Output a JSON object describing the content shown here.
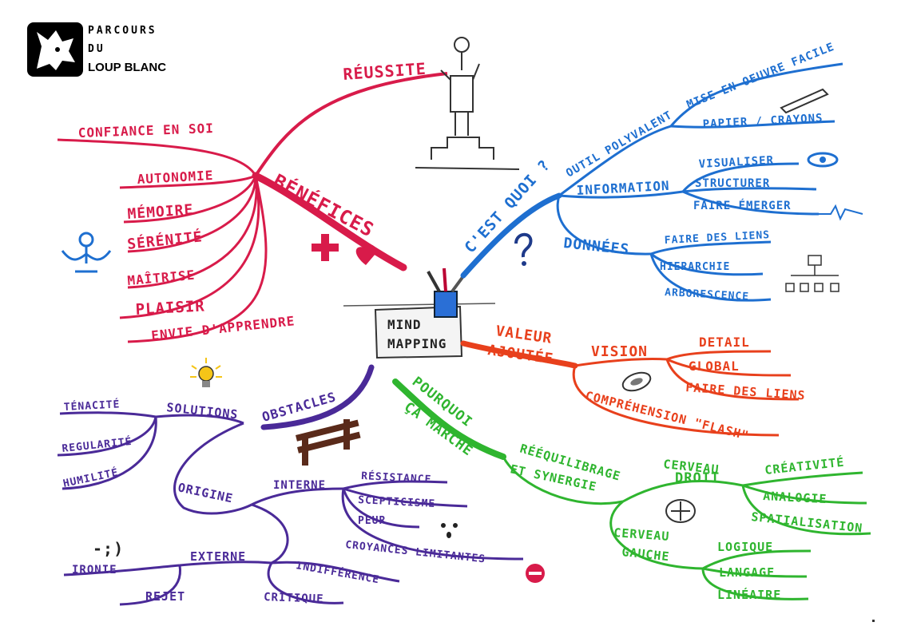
{
  "logo": {
    "line1": "PARCOURS",
    "line2": "DU",
    "line3": "LOUP BLANC"
  },
  "center": {
    "line1": "MIND",
    "line2": "MAPPING"
  },
  "colors": {
    "red": "#d81b4a",
    "blue": "#1e6fd0",
    "orange": "#e8401c",
    "green": "#2fb52f",
    "purple": "#4a2a98",
    "black": "#222222"
  },
  "benefices": {
    "title": "BÉNÉFICES",
    "reussite": "RÉUSSITE",
    "items": [
      "CONFIANCE EN SOI",
      "AUTONOMIE",
      "MÉMOIRE",
      "SÉRÉNITÉ",
      "MAÎTRISE",
      "PLAISIR",
      "ENVIE D'APPRENDRE"
    ]
  },
  "cestquoi": {
    "title": "C'EST QUOI ?",
    "outil": "OUTIL POLYVALENT",
    "outil_items": [
      "MISE EN OEUVRE FACILE",
      "PAPIER / CRAYONS"
    ],
    "information": "INFORMATION",
    "information_items": [
      "VISUALISER",
      "STRUCTURER",
      "FAIRE ÉMERGER"
    ],
    "donnees": "DONNÉES",
    "donnees_items": [
      "FAIRE DES LIENS",
      "HIERARCHIE",
      "ARBORESCENCE"
    ]
  },
  "valeur": {
    "title1": "VALEUR",
    "title2": "AJOUTÉE",
    "vision": "VISION",
    "vision_items": [
      "DETAIL",
      "GLOBAL",
      "FAIRE DES LIENS"
    ],
    "comprehension": "COMPRÉHENSION \"FLASH\""
  },
  "pourquoi": {
    "title1": "POURQUOI",
    "title2": "ÇA MARCHE",
    "reequilibrage1": "RÉÉQUILIBRAGE",
    "reequilibrage2": "ET SYNERGIE",
    "droit1": "CERVEAU",
    "droit2": "DROIT",
    "droit_items": [
      "CRÉATIVITÉ",
      "ANALOGIE",
      "SPATIALISATION"
    ],
    "gauche1": "CERVEAU",
    "gauche2": "GAUCHE",
    "gauche_items": [
      "LOGIQUE",
      "LANGAGE",
      "LINÉAIRE"
    ]
  },
  "obstacles": {
    "title": "OBSTACLES",
    "solutions": "SOLUTIONS",
    "solutions_items": [
      "TÉNACITÉ",
      "REGULARITÉ",
      "HUMILITÉ"
    ],
    "origine": "ORIGINE",
    "interne": "INTERNE",
    "interne_items": [
      "RÉSISTANCE",
      "SCEPTICISME",
      "PEUR",
      "CROYANCES LIMITANTES"
    ],
    "externe": "EXTERNE",
    "externe_items": [
      "IRONIE",
      "REJET",
      "CRITIQUE",
      "INDIFFÉRENCE"
    ],
    "smiley": "-;)"
  },
  "icons": [
    "wolf-logo-icon",
    "trophy-podium-icon",
    "pencil-icon",
    "eye-icon",
    "heartbeat-icon",
    "question-mark-icon",
    "org-chart-icon",
    "meditation-figure-icon",
    "plus-icon",
    "heart-icon",
    "pencil-cup-icon",
    "lightbulb-icon",
    "fence-icon",
    "eye-glass-icon",
    "brain-icon",
    "surprised-face-icon",
    "stop-sign-icon"
  ]
}
